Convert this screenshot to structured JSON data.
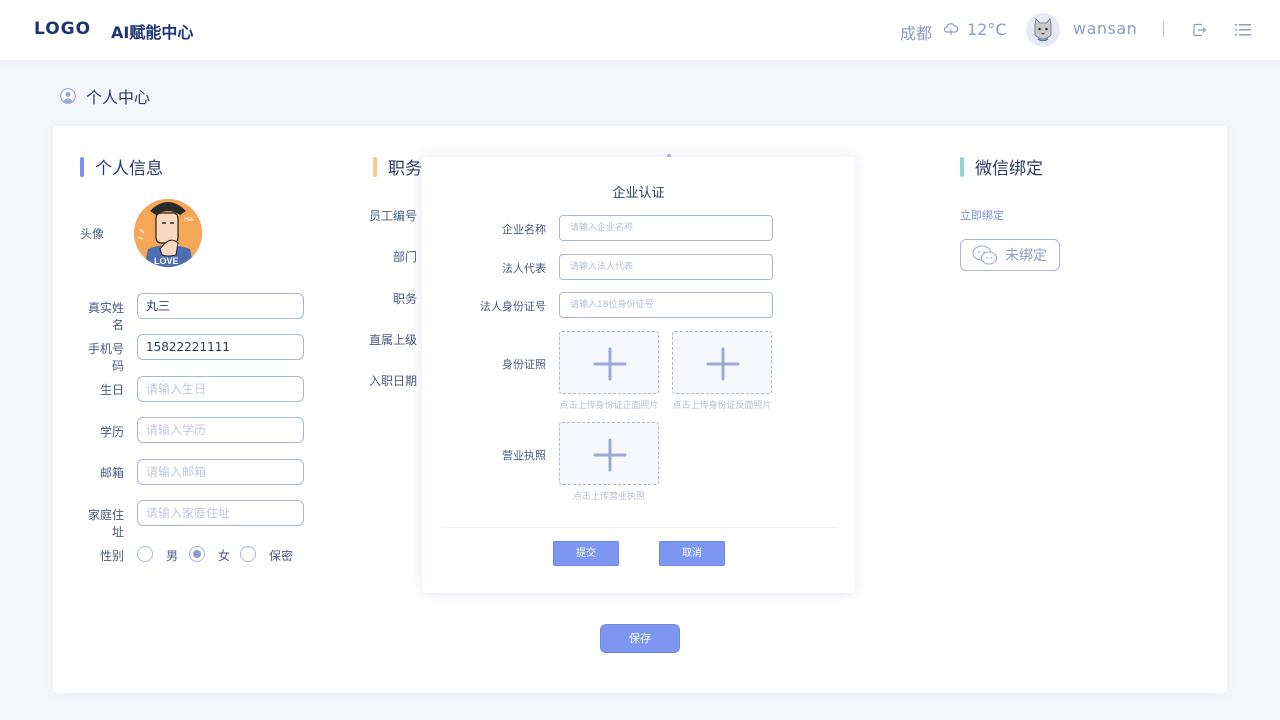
{
  "header": {
    "logo": "LOGO",
    "app_name": "AI赋能中心",
    "city": "成都",
    "weather_icon": "cloud-icon",
    "temperature": "12°C",
    "username": "wansan",
    "icons": [
      "logout-icon",
      "menu-icon"
    ]
  },
  "page": {
    "title": "个人中心",
    "title_icon": "user-circle-icon"
  },
  "sections": {
    "personal": {
      "title": "个人信息",
      "accent": "#7d8ff0",
      "avatar_label": "头像",
      "fields": [
        {
          "label": "真实姓名",
          "value": "丸三",
          "placeholder": ""
        },
        {
          "label": "手机号码",
          "value": "15822221111",
          "placeholder": ""
        },
        {
          "label": "生日",
          "value": "",
          "placeholder": "请输入生日"
        },
        {
          "label": "学历",
          "value": "",
          "placeholder": "请输入学历"
        },
        {
          "label": "邮箱",
          "value": "",
          "placeholder": "请输入邮箱"
        },
        {
          "label": "家庭住址",
          "value": "",
          "placeholder": "请输入家庭住址"
        }
      ],
      "gender": {
        "label": "性别",
        "options": [
          "男",
          "女",
          "保密"
        ],
        "selected": "女"
      }
    },
    "job": {
      "title": "职务",
      "accent": "#f5c98a",
      "labels": [
        "员工编号",
        "部门",
        "职务",
        "直属上级",
        "入职日期"
      ]
    },
    "wechat": {
      "title": "微信绑定",
      "accent": "#8fd6d2",
      "link": "立即绑定",
      "status": "未绑定"
    }
  },
  "save_button": "保存",
  "modal": {
    "title": "企业认证",
    "fields": [
      {
        "label": "企业名称",
        "placeholder": "请输入企业名称"
      },
      {
        "label": "法人代表",
        "placeholder": "请输入法人代表"
      },
      {
        "label": "法人身份证号",
        "placeholder": "请输入18位身份证号"
      }
    ],
    "id_photo_label": "身份证照",
    "id_front_caption": "点击上传身份证正面照片",
    "id_back_caption": "点击上传身份证反面照片",
    "license_label": "营业执照",
    "license_caption": "点击上传营业执照",
    "submit": "提交",
    "cancel": "取消"
  },
  "colors": {
    "primary": "#7d96f0",
    "text_dark": "#2b3a67",
    "text_muted": "#8d9cc7",
    "border": "#a9b6d9"
  }
}
